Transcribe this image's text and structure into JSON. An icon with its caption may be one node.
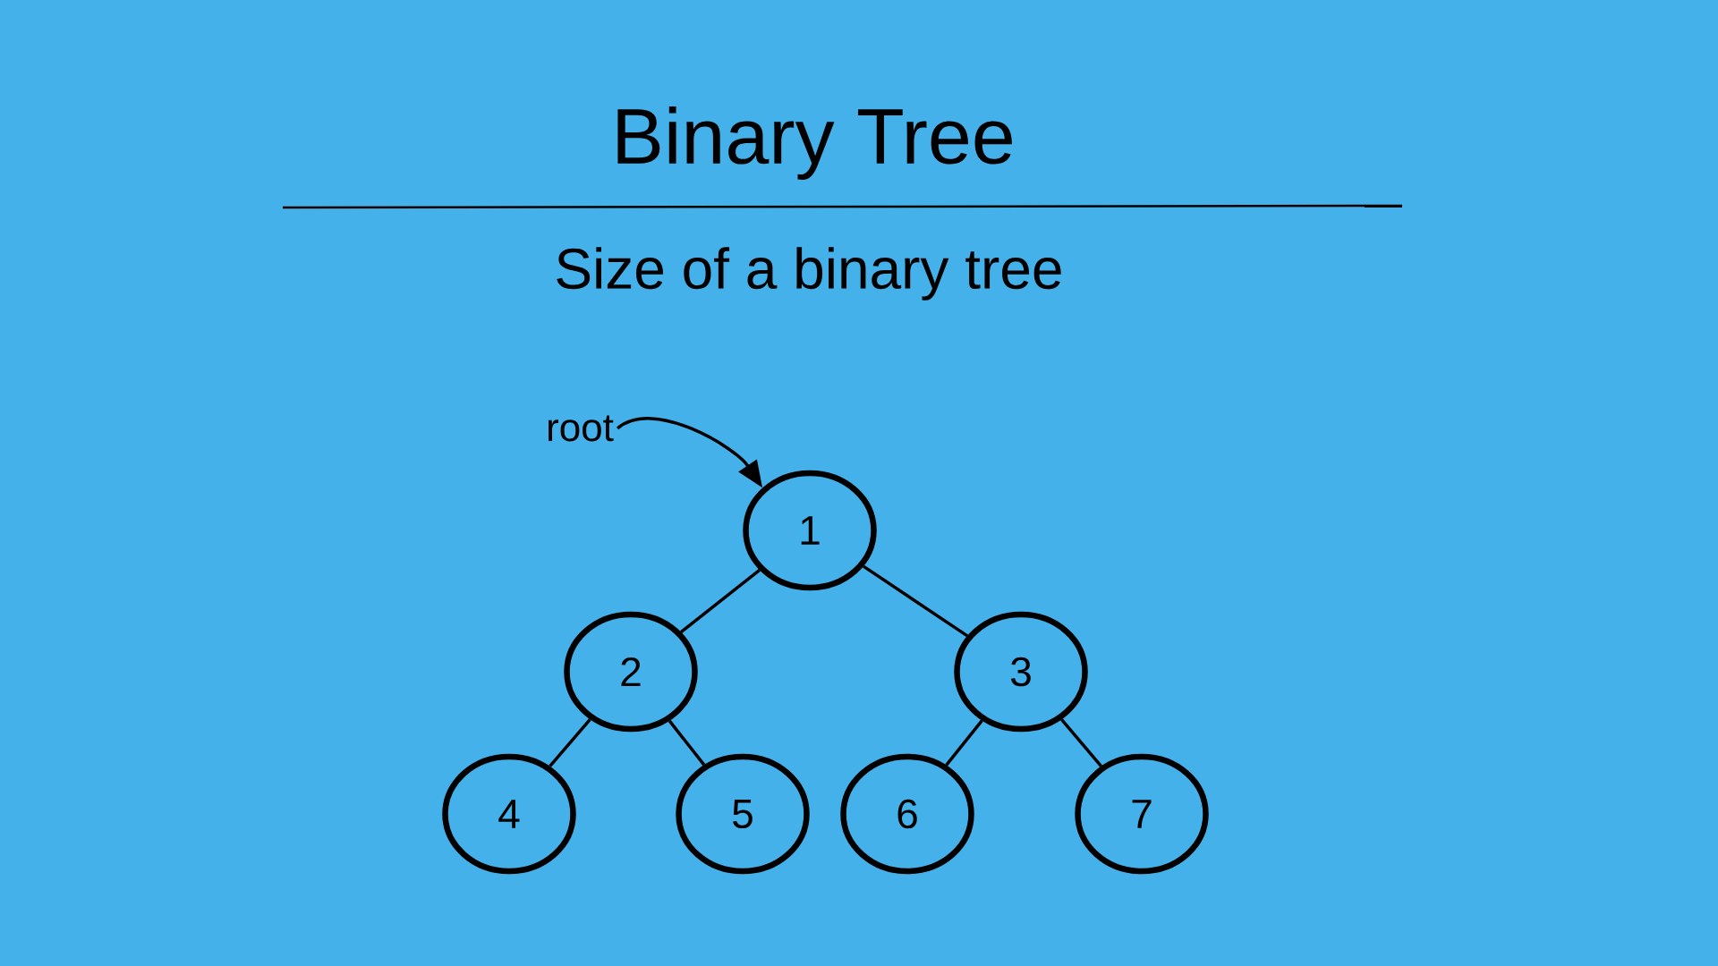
{
  "diagram": {
    "title": "Binary Tree",
    "nodes": [
      {
        "text": [
          "root"
        ]
      },
      {
        "text": [
          "1"
        ]
      },
      {
        "text": [
          "2"
        ]
      },
      {
        "text": [
          "3"
        ]
      },
      {
        "text": [
          "4"
        ]
      },
      {
        "text": [
          "5"
        ]
      },
      {
        "text": [
          "6"
        ]
      },
      {
        "text": [
          "7"
        ]
      }
    ],
    "edges": [
      {
        "from": 0,
        "to": 1,
        "arrow": "to"
      },
      {
        "from": 1,
        "to": 2,
        "arrow": "none"
      },
      {
        "from": 1,
        "to": 3,
        "arrow": "none"
      },
      {
        "from": 2,
        "to": 4,
        "arrow": "none"
      },
      {
        "from": 2,
        "to": 5,
        "arrow": "none"
      },
      {
        "from": 3,
        "to": 6,
        "arrow": "none"
      },
      {
        "from": 3,
        "to": 7,
        "arrow": "none"
      }
    ],
    "labels": [
      "Size of a binary tree"
    ]
  }
}
